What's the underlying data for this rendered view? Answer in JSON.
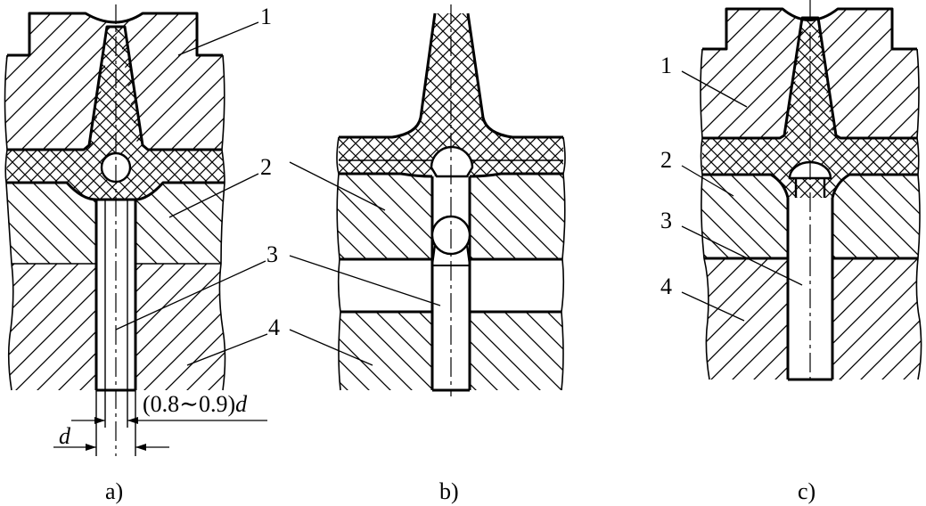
{
  "views": {
    "a": {
      "caption": "a)",
      "labels": [
        "1",
        "2",
        "3",
        "4"
      ],
      "dim_ratio": "(0.8∼0.9)",
      "dim_symbol": "d"
    },
    "b": {
      "caption": "b)"
    },
    "c": {
      "caption": "c)",
      "labels": [
        "1",
        "2",
        "3",
        "4"
      ]
    }
  }
}
